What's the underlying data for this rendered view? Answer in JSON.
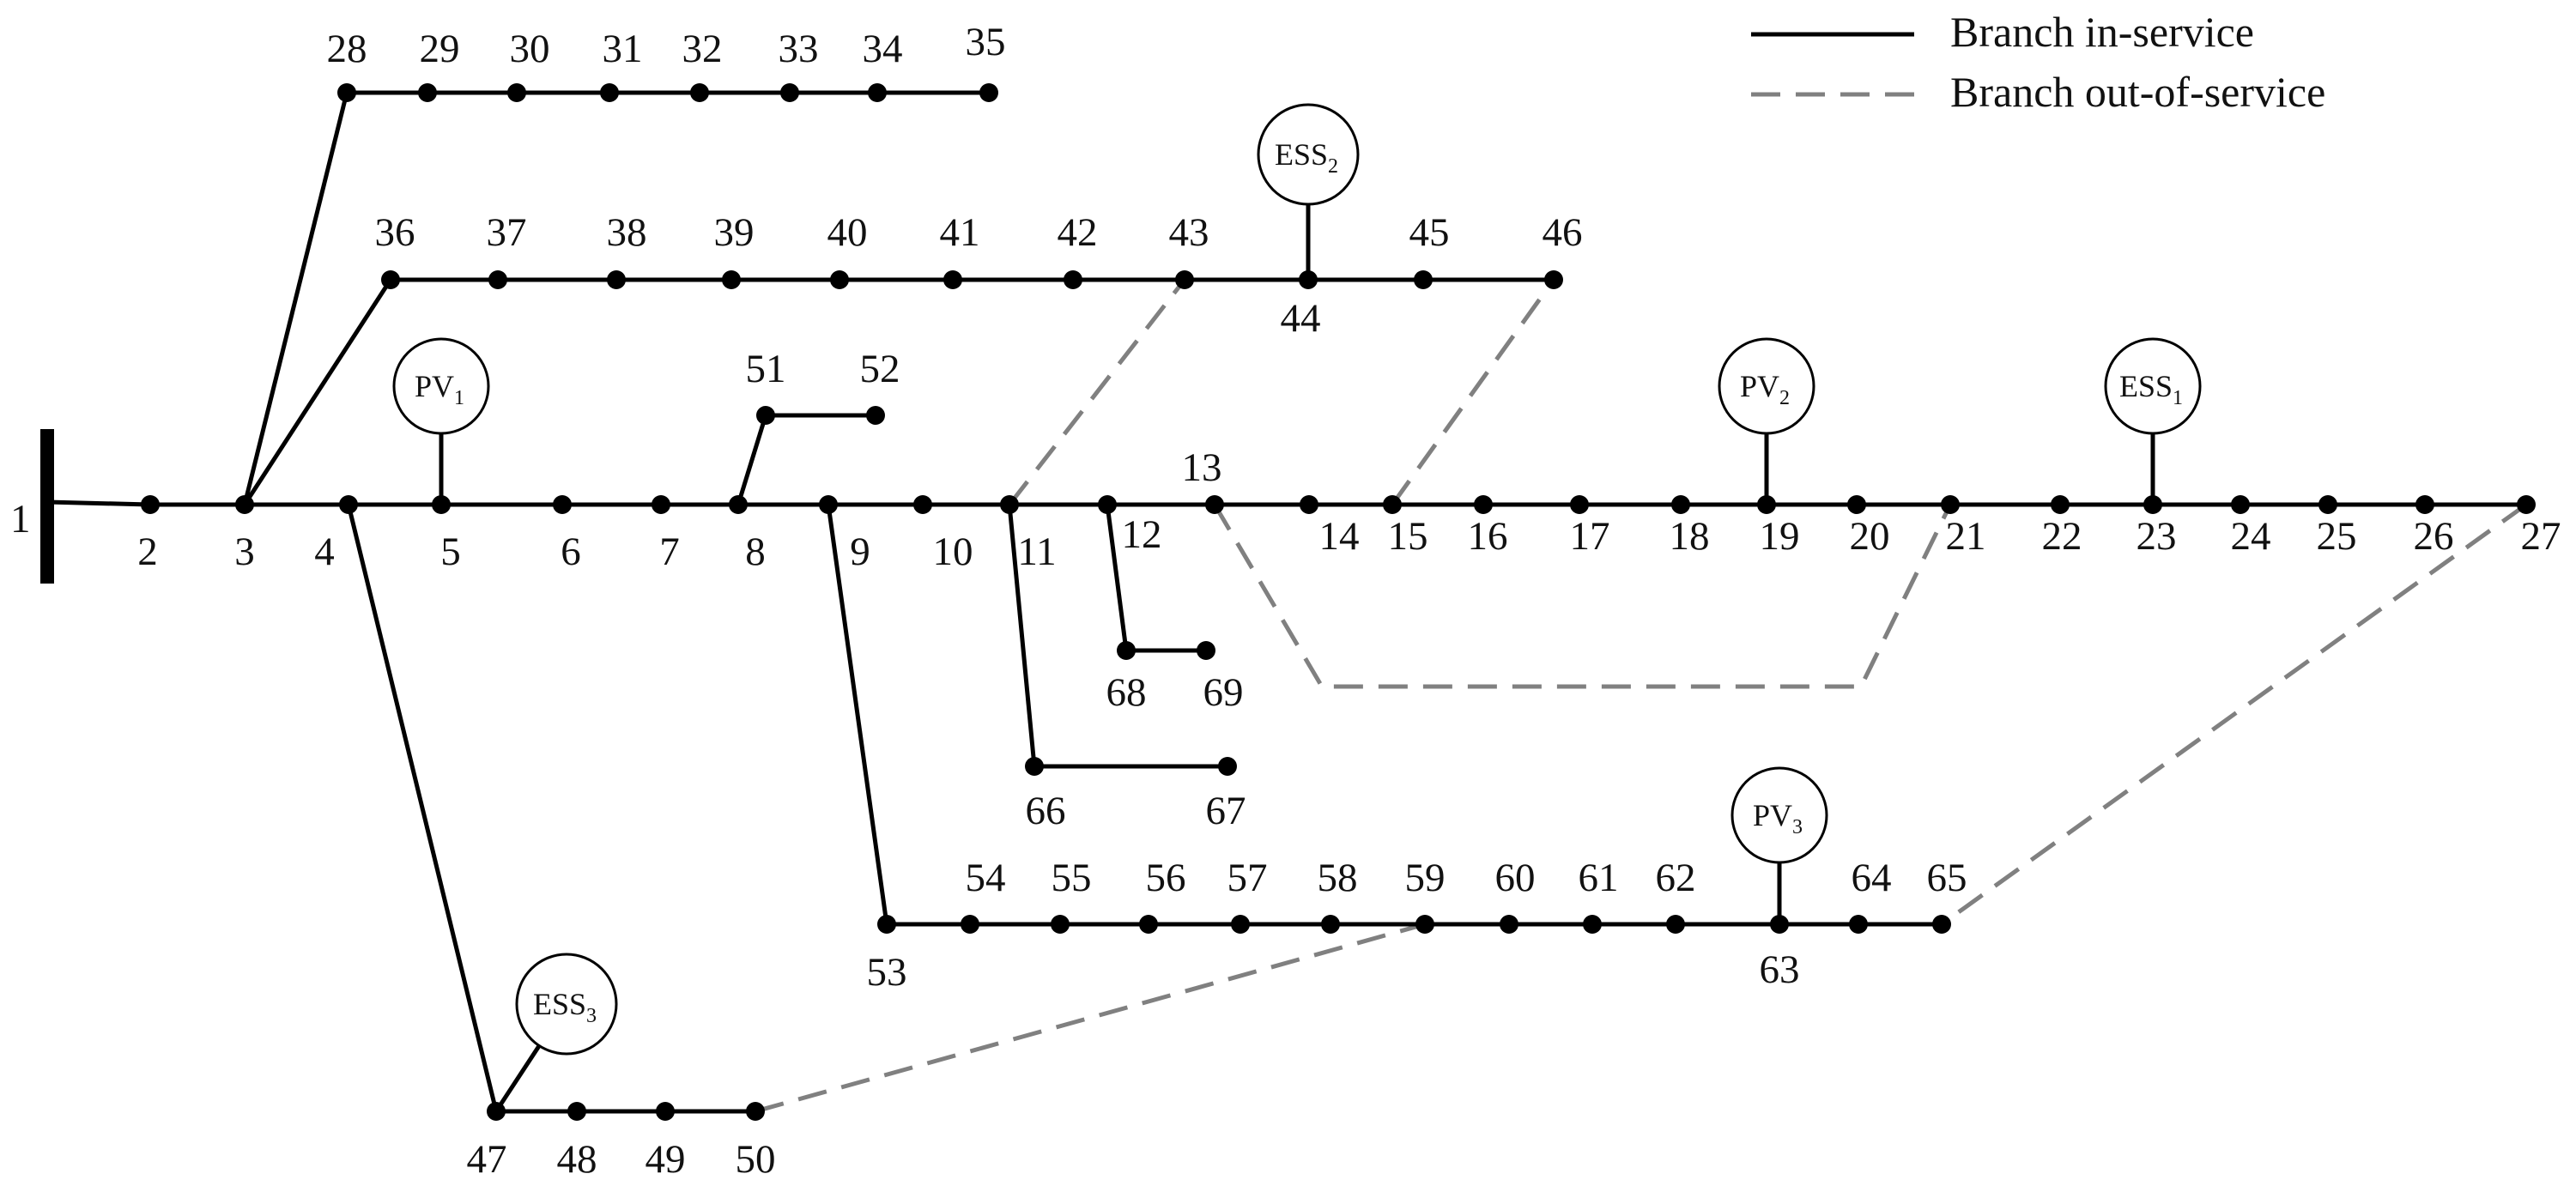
{
  "legend": {
    "in_service": "Branch in-service",
    "out_of_service": "Branch out-of-service"
  },
  "colors": {
    "line": "#000000",
    "dashed": "#808080",
    "text": "#111111"
  },
  "nodes": [
    "1",
    "2",
    "3",
    "4",
    "5",
    "6",
    "7",
    "8",
    "9",
    "10",
    "11",
    "12",
    "13",
    "14",
    "15",
    "16",
    "17",
    "18",
    "19",
    "20",
    "21",
    "22",
    "23",
    "24",
    "25",
    "26",
    "27",
    "28",
    "29",
    "30",
    "31",
    "32",
    "33",
    "34",
    "35",
    "36",
    "37",
    "38",
    "39",
    "40",
    "41",
    "42",
    "43",
    "44",
    "45",
    "46",
    "47",
    "48",
    "49",
    "50",
    "51",
    "52",
    "53",
    "54",
    "55",
    "56",
    "57",
    "58",
    "59",
    "60",
    "61",
    "62",
    "63",
    "64",
    "65",
    "66",
    "67",
    "68",
    "69"
  ],
  "devices": [
    {
      "name": "PV",
      "sub": "1",
      "bus": "5"
    },
    {
      "name": "PV",
      "sub": "2",
      "bus": "19"
    },
    {
      "name": "PV",
      "sub": "3",
      "bus": "63"
    },
    {
      "name": "ESS",
      "sub": "1",
      "bus": "23"
    },
    {
      "name": "ESS",
      "sub": "2",
      "bus": "44"
    },
    {
      "name": "ESS",
      "sub": "3",
      "bus": "47"
    }
  ],
  "branches_in_service": [
    [
      "1",
      "2"
    ],
    [
      "2",
      "3"
    ],
    [
      "3",
      "4"
    ],
    [
      "4",
      "5"
    ],
    [
      "5",
      "6"
    ],
    [
      "6",
      "7"
    ],
    [
      "7",
      "8"
    ],
    [
      "8",
      "9"
    ],
    [
      "9",
      "10"
    ],
    [
      "10",
      "11"
    ],
    [
      "11",
      "12"
    ],
    [
      "12",
      "13"
    ],
    [
      "13",
      "14"
    ],
    [
      "14",
      "15"
    ],
    [
      "15",
      "16"
    ],
    [
      "16",
      "17"
    ],
    [
      "17",
      "18"
    ],
    [
      "18",
      "19"
    ],
    [
      "19",
      "20"
    ],
    [
      "20",
      "21"
    ],
    [
      "21",
      "22"
    ],
    [
      "22",
      "23"
    ],
    [
      "23",
      "24"
    ],
    [
      "24",
      "25"
    ],
    [
      "25",
      "26"
    ],
    [
      "26",
      "27"
    ],
    [
      "3",
      "28"
    ],
    [
      "28",
      "29"
    ],
    [
      "29",
      "30"
    ],
    [
      "30",
      "31"
    ],
    [
      "31",
      "32"
    ],
    [
      "32",
      "33"
    ],
    [
      "33",
      "34"
    ],
    [
      "34",
      "35"
    ],
    [
      "3",
      "36"
    ],
    [
      "36",
      "37"
    ],
    [
      "37",
      "38"
    ],
    [
      "38",
      "39"
    ],
    [
      "39",
      "40"
    ],
    [
      "40",
      "41"
    ],
    [
      "41",
      "42"
    ],
    [
      "42",
      "43"
    ],
    [
      "43",
      "44"
    ],
    [
      "44",
      "45"
    ],
    [
      "45",
      "46"
    ],
    [
      "4",
      "47"
    ],
    [
      "47",
      "48"
    ],
    [
      "48",
      "49"
    ],
    [
      "49",
      "50"
    ],
    [
      "8",
      "51"
    ],
    [
      "51",
      "52"
    ],
    [
      "9",
      "53"
    ],
    [
      "53",
      "54"
    ],
    [
      "54",
      "55"
    ],
    [
      "55",
      "56"
    ],
    [
      "56",
      "57"
    ],
    [
      "57",
      "58"
    ],
    [
      "58",
      "59"
    ],
    [
      "59",
      "60"
    ],
    [
      "60",
      "61"
    ],
    [
      "61",
      "62"
    ],
    [
      "62",
      "63"
    ],
    [
      "63",
      "64"
    ],
    [
      "64",
      "65"
    ],
    [
      "11",
      "66"
    ],
    [
      "66",
      "67"
    ],
    [
      "12",
      "68"
    ],
    [
      "68",
      "69"
    ]
  ],
  "branches_out_of_service": [
    [
      "11",
      "43"
    ],
    [
      "15",
      "46"
    ],
    [
      "13",
      "21"
    ],
    [
      "27",
      "65"
    ],
    [
      "50",
      "59"
    ]
  ]
}
